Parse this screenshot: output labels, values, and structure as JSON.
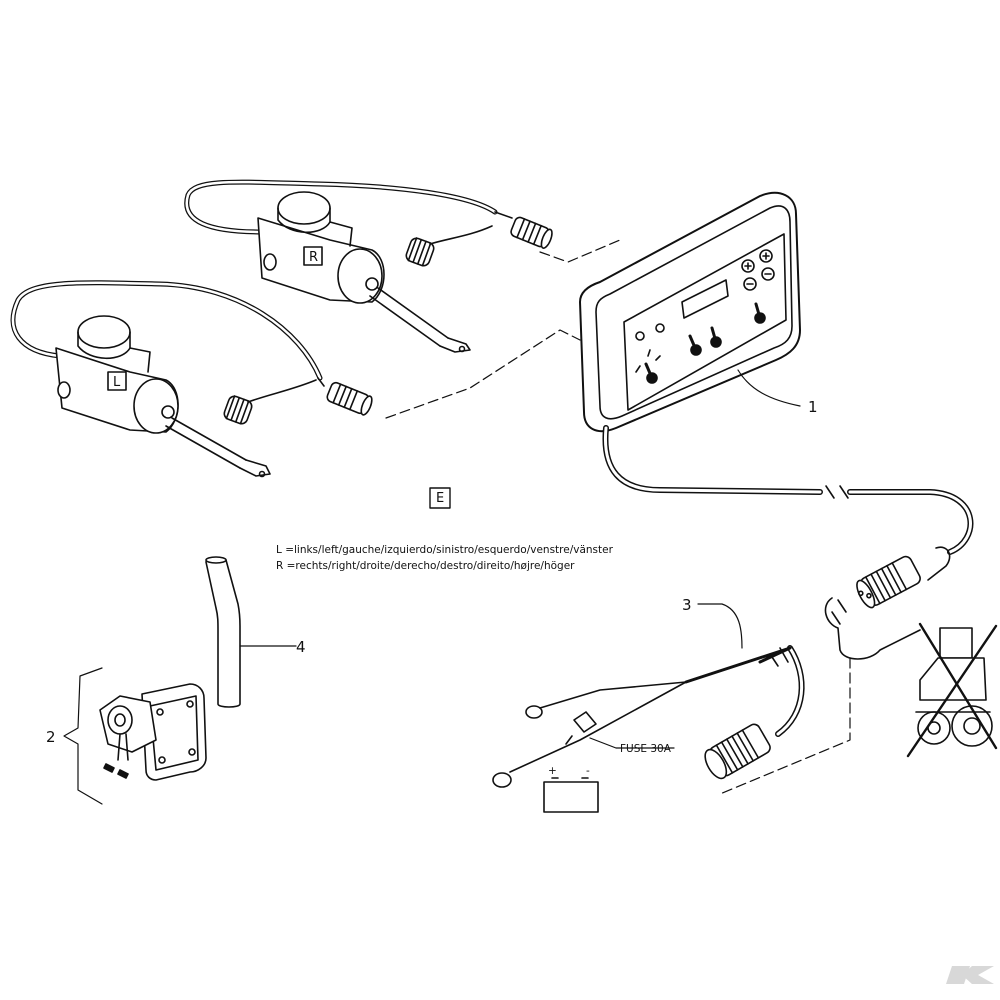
{
  "callouts": {
    "c1": "1",
    "c2": "2",
    "c3": "3",
    "c4": "4"
  },
  "boxed_labels": {
    "right": "R",
    "left": "L",
    "e": "E"
  },
  "legend": {
    "left": "L =links/left/gauche/izquierdo/sinistro/esquerdo/venstre/vänster",
    "right": "R =rechts/right/droite/derecho/destro/direito/højre/höger"
  },
  "fuse_label": "FUSE 30A",
  "battery": {
    "plus": "+",
    "minus": "-"
  },
  "watermark": "K"
}
